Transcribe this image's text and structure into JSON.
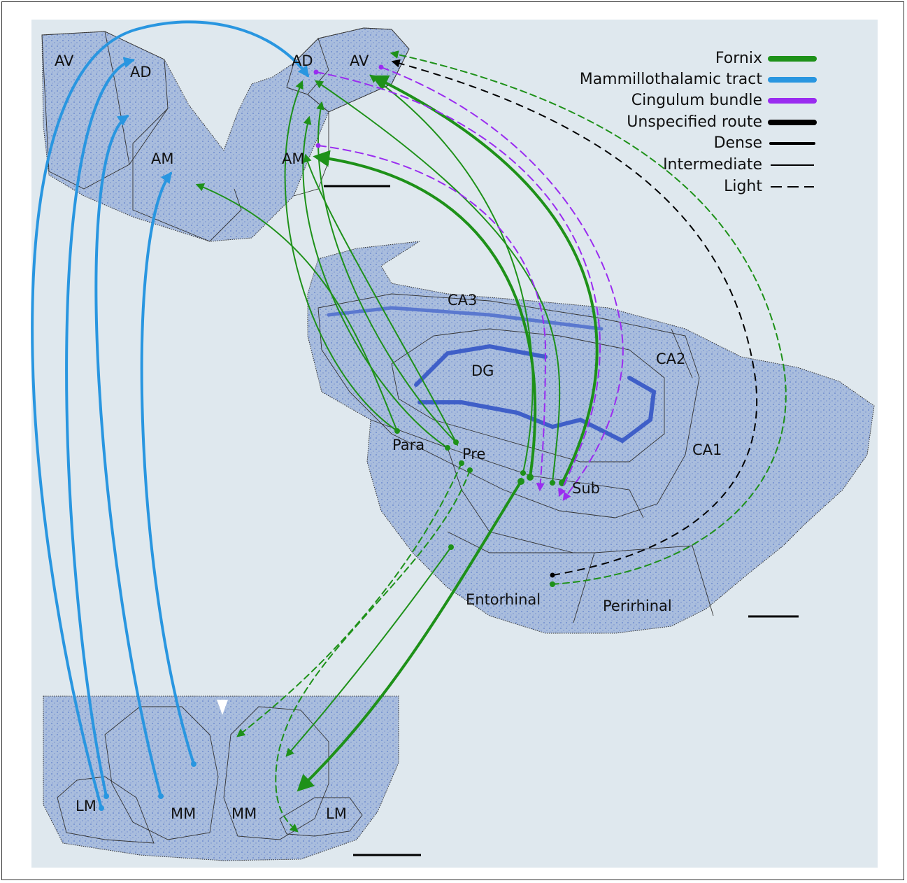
{
  "colors": {
    "fornix": "#1e9119",
    "mammillothalamic": "#2996e0",
    "cingulum": "#9a2cf0",
    "unspecified": "#000000",
    "tissue_fill": "#9fb4d8",
    "tissue_dark": "#3f5fc8",
    "panel_bg": "#dfe8ee"
  },
  "regions": {
    "av_left": "AV",
    "ad_left": "AD",
    "am_left": "AM",
    "ad_right": "AD",
    "av_right": "AV",
    "am_right": "AM",
    "ca3": "CA3",
    "ca2": "CA2",
    "ca1": "CA1",
    "dg": "DG",
    "para": "Para",
    "pre": "Pre",
    "sub": "Sub",
    "entorhinal": "Entorhinal",
    "perirhinal": "Perirhinal",
    "lm_left": "LM",
    "mm_left": "MM",
    "mm_right": "MM",
    "lm_right": "LM"
  },
  "legend": {
    "fornix": "Fornix",
    "mammillothalamic": "Mammillothalamic tract",
    "cingulum": "Cingulum bundle",
    "unspecified": "Unspecified route",
    "dense": "Dense",
    "intermediate": "Intermediate",
    "light": "Light"
  }
}
